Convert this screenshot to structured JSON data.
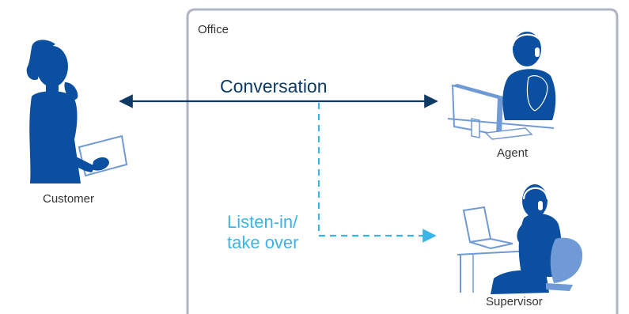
{
  "labels": {
    "office": "Office",
    "conversation": "Conversation",
    "listen_line1": "Listen-in/",
    "listen_line2": "take over",
    "customer": "Customer",
    "agent": "Agent",
    "supervisor": "Supervisor"
  },
  "icons": {
    "customer": "customer-person-on-phone-icon",
    "agent": "agent-with-headset-icon",
    "supervisor": "supervisor-with-headset-icon"
  },
  "colors": {
    "figure": "#0b4fa0",
    "figure_light": "#6f9ad6",
    "conversation": "#0d3b66",
    "listen": "#3cb4e6",
    "office_border": "#b0b5c0",
    "label": "#333333"
  }
}
